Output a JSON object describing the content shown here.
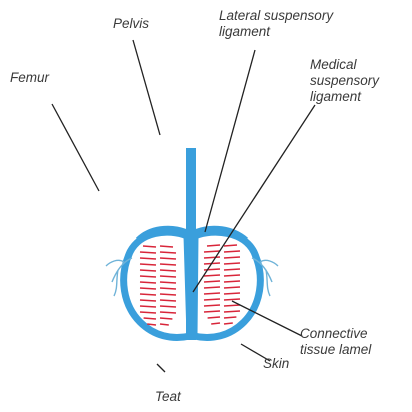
{
  "labels": {
    "pelvis": "Pelvis",
    "femur": "Femur",
    "lateral_l1": "Lateral suspensory",
    "lateral_l2": "ligament",
    "medial_l1": "Medical",
    "medial_l2": "suspensory",
    "medial_l3": "ligament",
    "connective_l1": "Connective",
    "connective_l2": "tissue lamel",
    "teat": "Teat",
    "skin": "Skin"
  },
  "colors": {
    "ligament": "#3a9fdc",
    "tissue_lines": "#d8263a",
    "leader_lines": "#222222",
    "label_text": "#3a3a3a"
  }
}
